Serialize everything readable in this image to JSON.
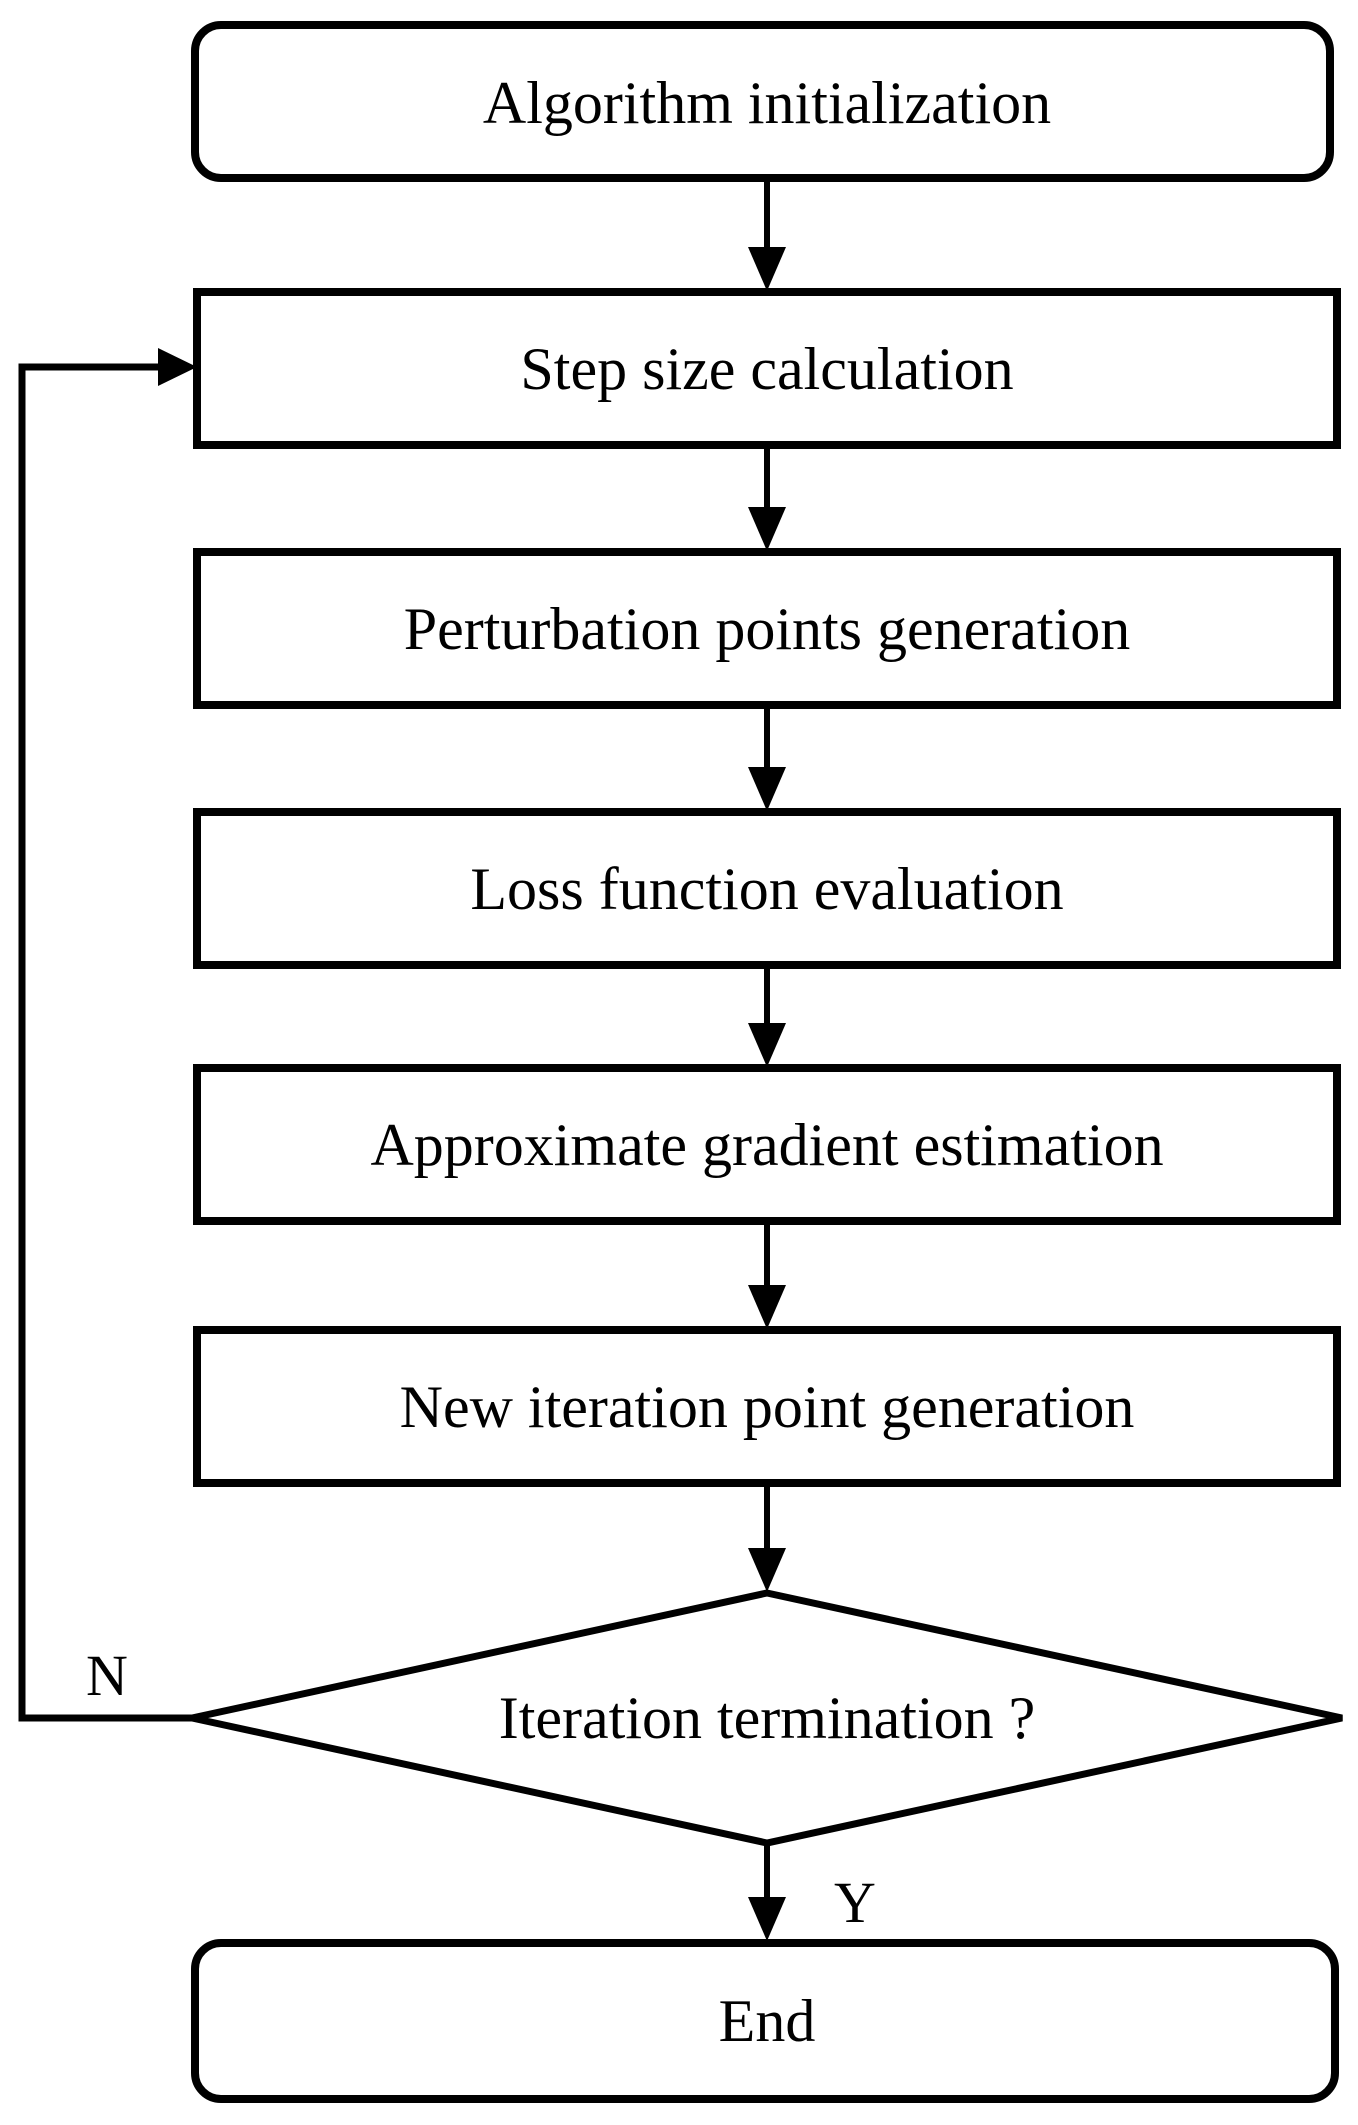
{
  "figure": {
    "type": "flowchart",
    "background_color": "#ffffff",
    "line_color": "#000000",
    "text_color": "#000000"
  },
  "nodes": [
    {
      "id": "start",
      "shape": "rounded-rect",
      "label": "Algorithm initialization"
    },
    {
      "id": "step-size",
      "shape": "rect",
      "label": "Step size calculation"
    },
    {
      "id": "perturbation",
      "shape": "rect",
      "label": "Perturbation points generation"
    },
    {
      "id": "loss",
      "shape": "rect",
      "label": "Loss function evaluation"
    },
    {
      "id": "gradient",
      "shape": "rect",
      "label": "Approximate gradient estimation"
    },
    {
      "id": "new-point",
      "shape": "rect",
      "label": "New iteration point generation"
    },
    {
      "id": "decision",
      "shape": "diamond",
      "label": "Iteration termination ?"
    },
    {
      "id": "end",
      "shape": "rounded-rect",
      "label": "End"
    }
  ],
  "edge_labels": {
    "no": "N",
    "yes": "Y"
  }
}
